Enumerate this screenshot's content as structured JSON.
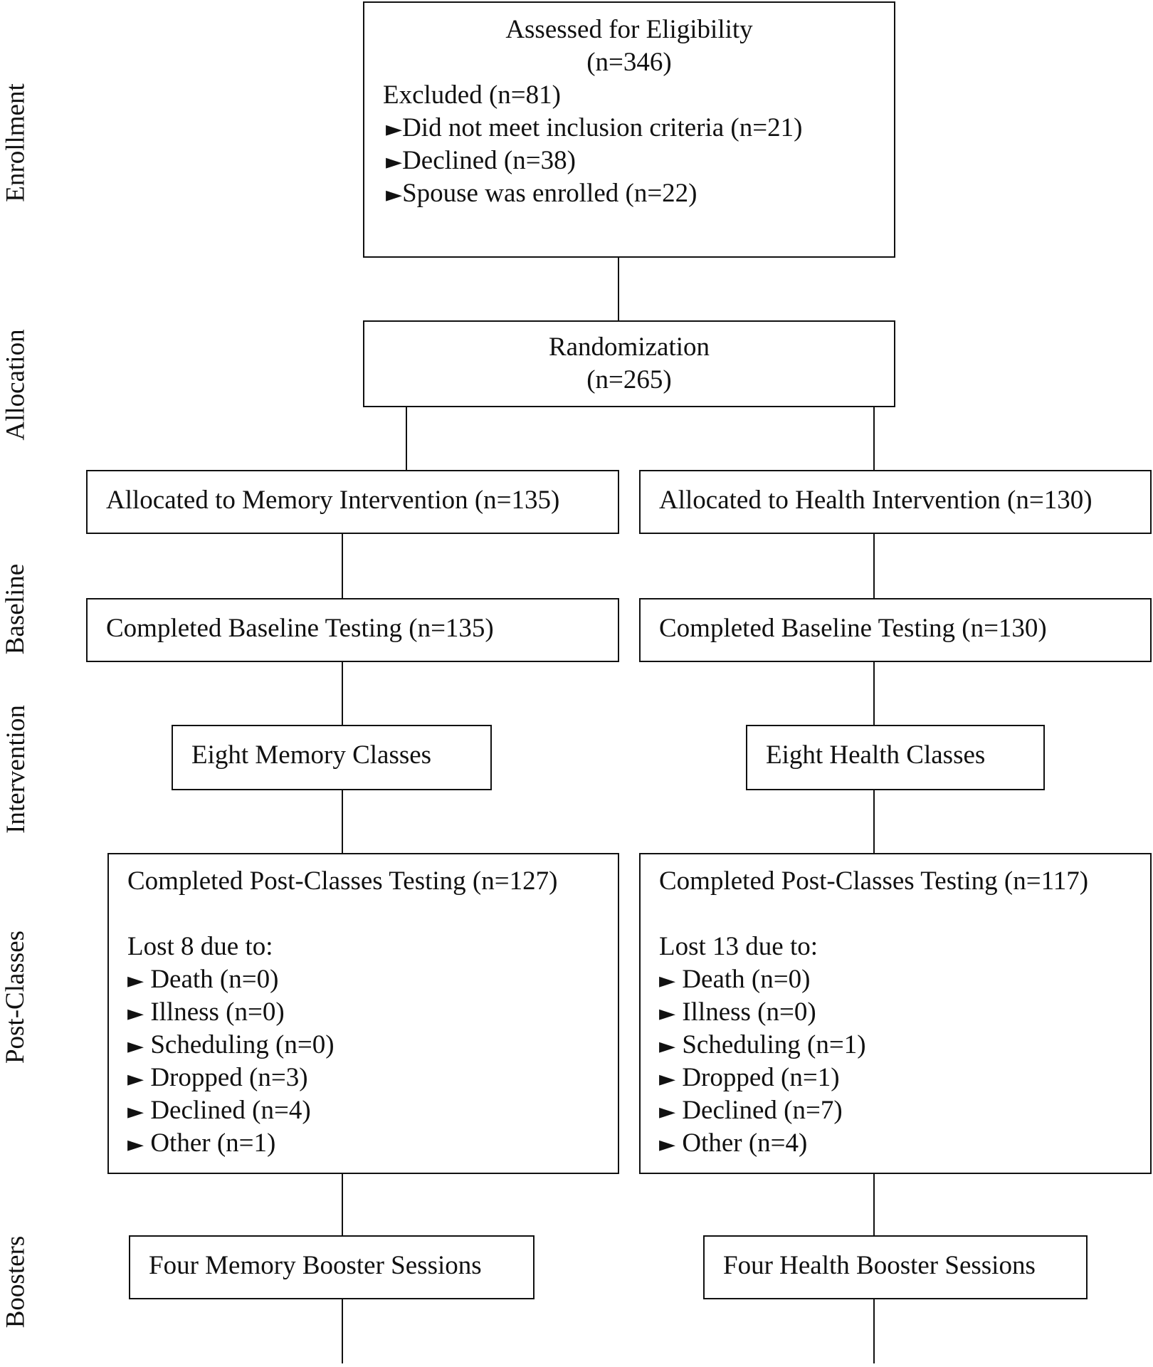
{
  "stages": [
    "Enrollment",
    "Allocation",
    "Baseline",
    "Intervention",
    "Post-Classes",
    "Boosters"
  ],
  "assessed": {
    "title": "Assessed for Eligibility",
    "count": "(n=346)",
    "excluded": "Excluded (n=81)",
    "reasons": [
      "Did not meet inclusion criteria (n=21)",
      "Declined (n=38)",
      "Spouse was enrolled (n=22)"
    ]
  },
  "randomization": {
    "title": "Randomization",
    "count": "(n=265)"
  },
  "memory_arm": {
    "allocated": "Allocated to Memory Intervention (n=135)",
    "baseline": "Completed Baseline Testing (n=135)",
    "classes": "Eight Memory Classes",
    "post": "Completed Post-Classes Testing (n=127)",
    "lost": "Lost 8 due to:",
    "reasons": [
      "Death (n=0)",
      "Illness (n=0)",
      "Scheduling (n=0)",
      "Dropped (n=3)",
      "Declined (n=4)",
      "Other (n=1)"
    ],
    "boosters": "Four Memory Booster Sessions"
  },
  "health_arm": {
    "allocated": "Allocated to Health Intervention (n=130)",
    "baseline": "Completed Baseline Testing (n=130)",
    "classes": "Eight Health Classes",
    "post": "Completed Post-Classes Testing (n=117)",
    "lost": "Lost 13 due to:",
    "reasons": [
      "Death (n=0)",
      "Illness (n=0)",
      "Scheduling (n=1)",
      "Dropped (n=1)",
      "Declined (n=7)",
      "Other (n=4)"
    ],
    "boosters": "Four Health Booster Sessions"
  },
  "arrow_glyph": "►"
}
